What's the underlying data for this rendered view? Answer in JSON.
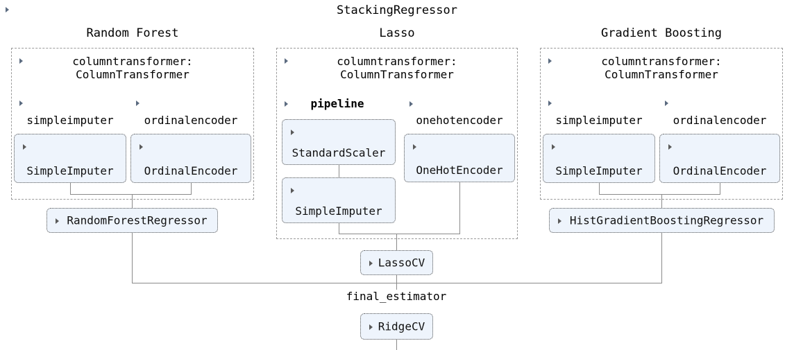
{
  "diagram": {
    "root_title": "StackingRegressor",
    "final_estimator_label": "final_estimator"
  },
  "columns": [
    {
      "title": "Random Forest",
      "column_transformer_label": "columntransformer:\nColumnTransformer",
      "steps": [
        {
          "name": "simpleimputer",
          "estimator": "SimpleImputer"
        },
        {
          "name": "ordinalencoder",
          "estimator": "OrdinalEncoder"
        }
      ],
      "regressor": "RandomForestRegressor"
    },
    {
      "title": "Lasso",
      "column_transformer_label": "columntransformer:\nColumnTransformer",
      "steps": [
        {
          "name": "pipeline",
          "estimator": "StandardScaler"
        },
        {
          "name": "onehotencoder",
          "estimator": "OneHotEncoder"
        }
      ],
      "pipeline_second_estimator": "SimpleImputer",
      "regressor": "LassoCV"
    },
    {
      "title": "Gradient Boosting",
      "column_transformer_label": "columntransformer:\nColumnTransformer",
      "steps": [
        {
          "name": "simpleimputer",
          "estimator": "SimpleImputer"
        },
        {
          "name": "ordinalencoder",
          "estimator": "OrdinalEncoder"
        }
      ],
      "regressor": "HistGradientBoostingRegressor"
    }
  ],
  "final_estimator": {
    "estimator": "RidgeCV"
  },
  "colors": {
    "estimator_fill": "#eef4fc",
    "estimator_border": "#4f4f4f",
    "container_border": "#9a9a9a",
    "connector": "#8a8a8a",
    "toggle_arrow": "#5b6b80",
    "text": "#000000",
    "background": "#ffffff"
  },
  "icons": {
    "toggle": "expand-triangle-icon"
  }
}
